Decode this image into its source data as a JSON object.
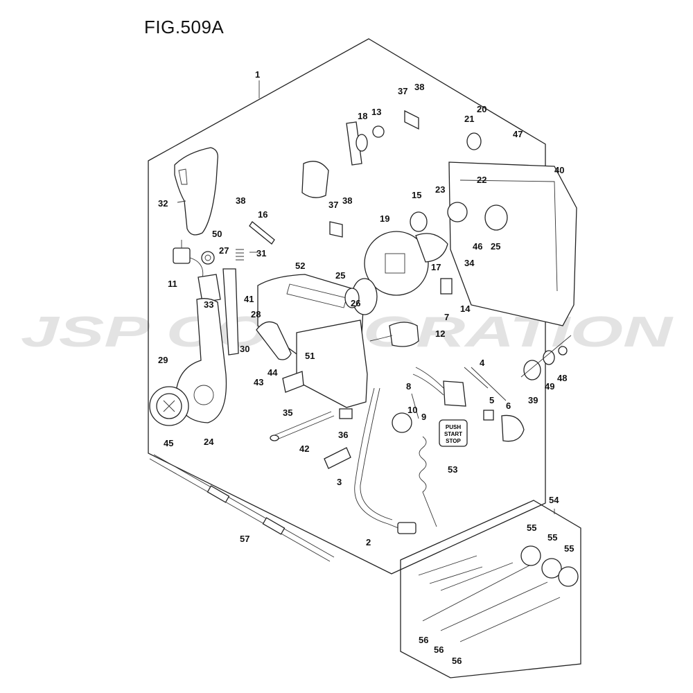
{
  "figure": {
    "title": "FIG.509A"
  },
  "watermark": {
    "text": "JSP CORPORATION"
  },
  "button_decal": {
    "line1": "PUSH",
    "line2": "START",
    "line3": "STOP"
  },
  "callouts": {
    "c1": "1",
    "c2": "2",
    "c3": "3",
    "c4": "4",
    "c5": "5",
    "c6": "6",
    "c7": "7",
    "c8": "8",
    "c9": "9",
    "c10": "10",
    "c11": "11",
    "c12": "12",
    "c13": "13",
    "c14": "14",
    "c15": "15",
    "c16": "16",
    "c17": "17",
    "c18": "18",
    "c19": "19",
    "c20": "20",
    "c21": "21",
    "c22": "22",
    "c23": "23",
    "c24": "24",
    "c25a": "25",
    "c25b": "25",
    "c26": "26",
    "c27": "27",
    "c28": "28",
    "c29": "29",
    "c30": "30",
    "c31": "31",
    "c32": "32",
    "c33": "33",
    "c34": "34",
    "c35": "35",
    "c36": "36",
    "c37a": "37",
    "c37b": "37",
    "c38a": "38",
    "c38b": "38",
    "c38c": "38",
    "c39": "39",
    "c40": "40",
    "c41": "41",
    "c42": "42",
    "c43": "43",
    "c44": "44",
    "c45": "45",
    "c46": "46",
    "c47": "47",
    "c48": "48",
    "c49": "49",
    "c50": "50",
    "c51": "51",
    "c52": "52",
    "c53": "53",
    "c54": "54",
    "c55a": "55",
    "c55b": "55",
    "c55c": "55",
    "c56a": "56",
    "c56b": "56",
    "c56c": "56",
    "c57": "57"
  }
}
